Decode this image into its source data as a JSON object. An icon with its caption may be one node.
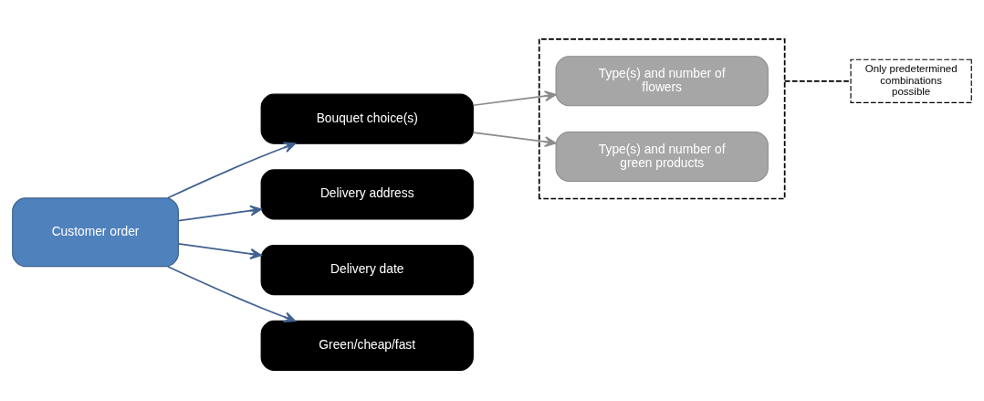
{
  "diagram": {
    "nodes": [
      {
        "text": [
          "Customer order"
        ]
      },
      {
        "text": [
          "Bouquet choice(s)"
        ]
      },
      {
        "text": [
          "Delivery address"
        ]
      },
      {
        "text": [
          "Delivery date"
        ]
      },
      {
        "text": [
          "Green/cheap/fast"
        ]
      },
      {
        "text": [],
        "shape": "box"
      },
      {
        "text": [
          "Type(s) and number of flowers"
        ],
        "in": 5
      },
      {
        "text": [
          "Type(s) and number of green products"
        ],
        "in": 5
      },
      {
        "text": [
          "Only predetermined combinations possible"
        ]
      }
    ],
    "edges": [
      {
        "from": 0,
        "to": 1,
        "arrow": "to"
      },
      {
        "from": 0,
        "to": 2,
        "arrow": "to"
      },
      {
        "from": 0,
        "to": 3,
        "arrow": "to"
      },
      {
        "from": 0,
        "to": 4,
        "arrow": "to"
      },
      {
        "from": 1,
        "to": 6,
        "arrow": "to",
        "color": "#8c8c8c"
      },
      {
        "from": 1,
        "to": 7,
        "arrow": "to",
        "color": "#8c8c8c"
      },
      {
        "from": 5,
        "to": 8,
        "arrow": "none",
        "style": "dashed",
        "color": "#000000"
      }
    ]
  }
}
